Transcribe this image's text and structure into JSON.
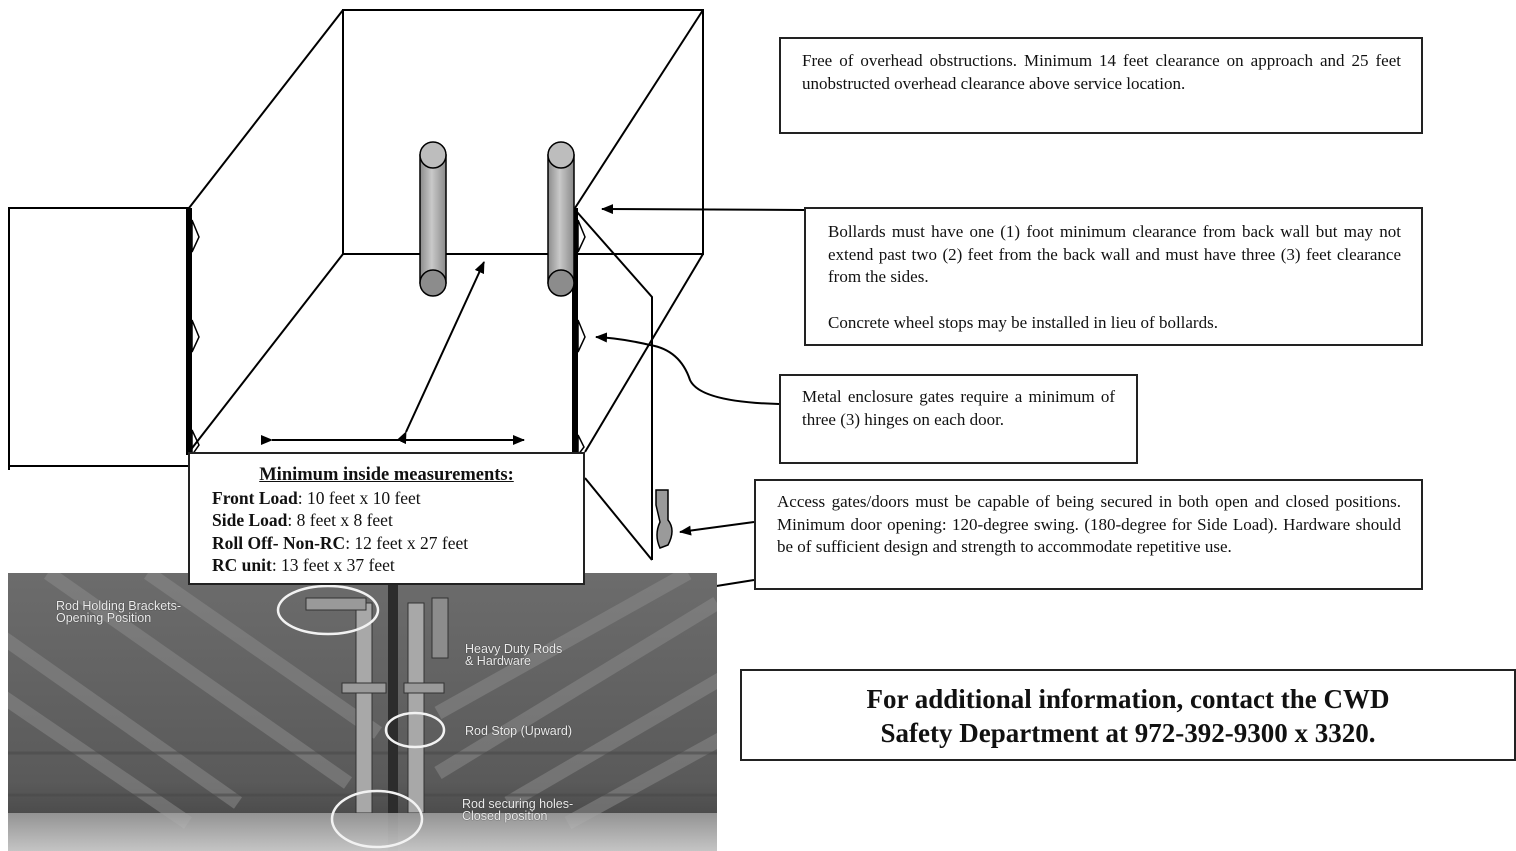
{
  "callouts": {
    "overhead": "Free of overhead obstructions. Minimum 14 feet clearance on approach and 25 feet unobstructed overhead clearance above service location.",
    "bollards_1": "Bollards must have one (1) foot minimum clearance from back wall but may not extend past two (2) feet from the back wall and must have three (3) feet clearance from the sides.",
    "bollards_2": "Concrete wheel stops may be installed in lieu of bollards.",
    "hinges": "Metal enclosure gates require a minimum of three (3) hinges on each door.",
    "gates": "Access gates/doors must be capable of being secured in both open and closed positions. Minimum door opening: 120-degree swing. (180-degree for Side Load).  Hardware should be of sufficient design and strength to accommodate repetitive use."
  },
  "measurements": {
    "title": "Minimum inside measurements:",
    "rows": [
      {
        "label": "Front Load",
        "value": ": 10 feet x 10 feet"
      },
      {
        "label": "Side Load",
        "value": ": 8 feet x 8 feet"
      },
      {
        "label": "Roll Off- Non-RC",
        "value": ": 12 feet x 27 feet"
      },
      {
        "label": "RC unit",
        "value": ": 13 feet x 37 feet"
      }
    ]
  },
  "contact": {
    "line1": "For additional information, contact the CWD",
    "line2": "Safety Department at 972-392-9300 x 3320."
  },
  "photo_labels": {
    "brackets": "Rod Holding Brackets-\nOpening Position",
    "rods": "Heavy Duty Rods\n& Hardware",
    "stop": "Rod Stop (Upward)",
    "holes": "Rod securing holes-\nClosed position"
  }
}
